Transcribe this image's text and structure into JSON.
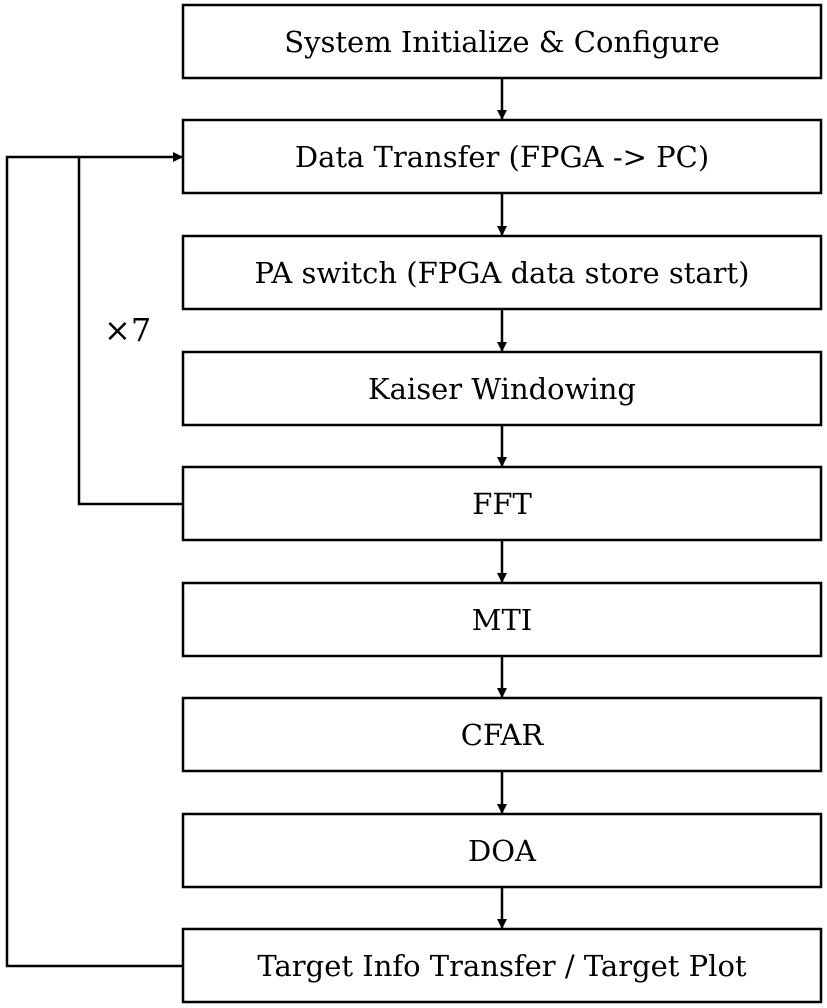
{
  "steps": [
    {
      "id": "init",
      "label": "System Initialize & Configure"
    },
    {
      "id": "data-transfer",
      "label": "Data Transfer (FPGA -> PC)"
    },
    {
      "id": "pa-switch",
      "label": "PA switch (FPGA data store start)"
    },
    {
      "id": "kaiser",
      "label": "Kaiser Windowing"
    },
    {
      "id": "fft",
      "label": "FFT"
    },
    {
      "id": "mti",
      "label": "MTI"
    },
    {
      "id": "cfar",
      "label": "CFAR"
    },
    {
      "id": "doa",
      "label": "DOA"
    },
    {
      "id": "target",
      "label": "Target Info Transfer / Target Plot"
    }
  ],
  "loop": {
    "label": "×7",
    "from": "fft",
    "to": "data-transfer"
  },
  "outer_loop": {
    "from": "target",
    "to": "data-transfer"
  }
}
